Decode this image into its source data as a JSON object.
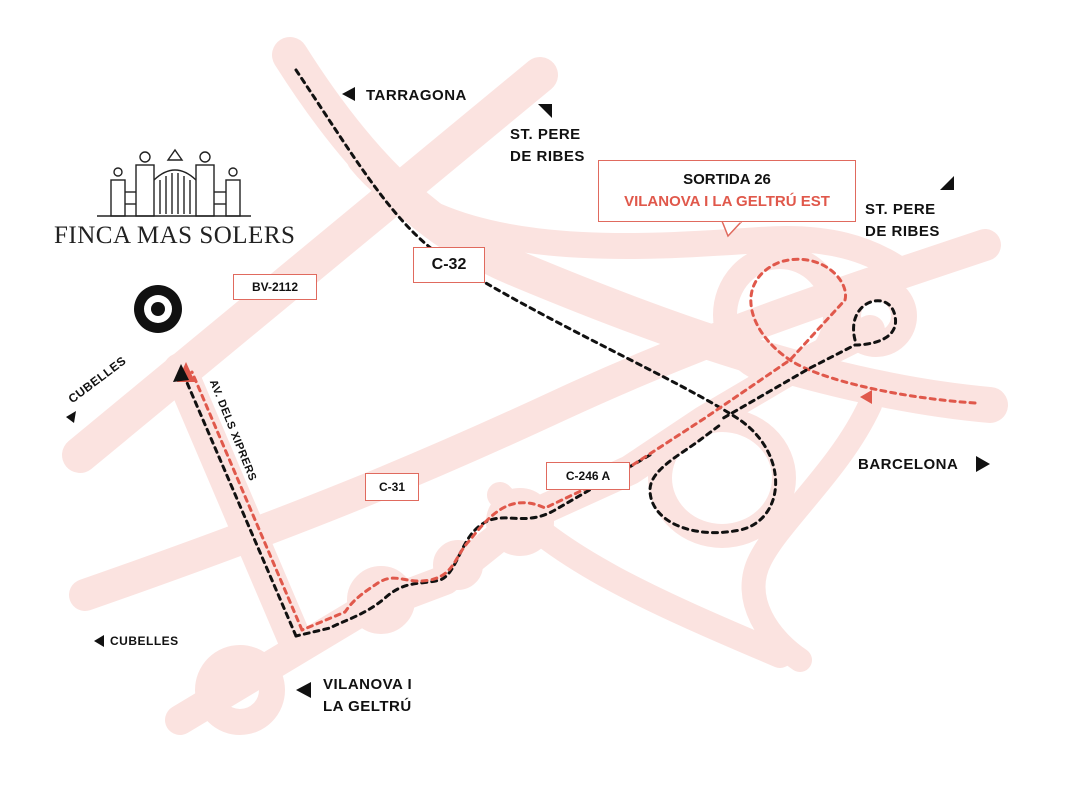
{
  "logo": {
    "name": "FINCA MAS SOLERS",
    "icon": "gate-icon"
  },
  "destinations": {
    "tarragona": "TARRAGONA",
    "st_pere_1": [
      "ST. PERE",
      "DE RIBES"
    ],
    "st_pere_2": [
      "ST. PERE",
      "DE RIBES"
    ],
    "barcelona": "BARCELONA",
    "cubelles_1": "CUBELLES",
    "cubelles_2": "CUBELLES",
    "vilanova": [
      "VILANOVA I",
      "LA GELTRÚ"
    ]
  },
  "road_labels": {
    "c32": "C-32",
    "bv2112": "BV-2112",
    "c31": "C-31",
    "c246a": "C-246 A",
    "av_xiprers": "AV. DELS XIPRERS"
  },
  "exit": {
    "line1": "SORTIDA 26",
    "line2": "VILANOVA I LA GELTRÚ EST"
  },
  "colors": {
    "road_fill": "#fbe3e0",
    "route_red": "#e0584b",
    "route_black": "#111111",
    "box_border": "#e06a5e"
  }
}
